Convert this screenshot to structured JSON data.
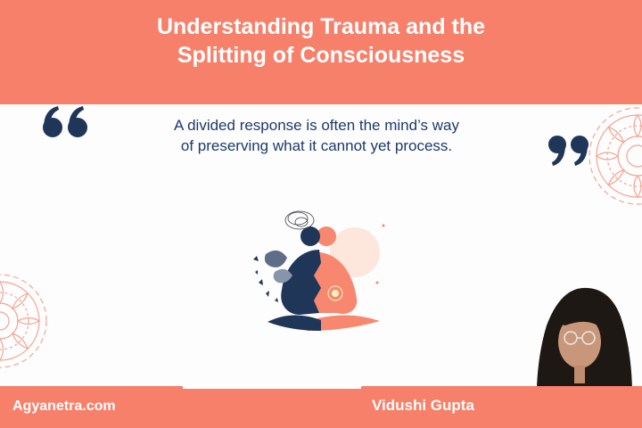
{
  "header": {
    "title_line1": "Understanding Trauma and the",
    "title_line2": "Splitting of Consciousness"
  },
  "quote": {
    "line1": "A divided response is often the mind’s way",
    "line2": "of preserving what it cannot yet process."
  },
  "footer": {
    "site": "Agyanetra.com",
    "author": "Vidushi Gupta"
  },
  "colors": {
    "banner": "#f7806b",
    "text_navy": "#1d3a6b",
    "quote_mark": "#1f3659"
  }
}
